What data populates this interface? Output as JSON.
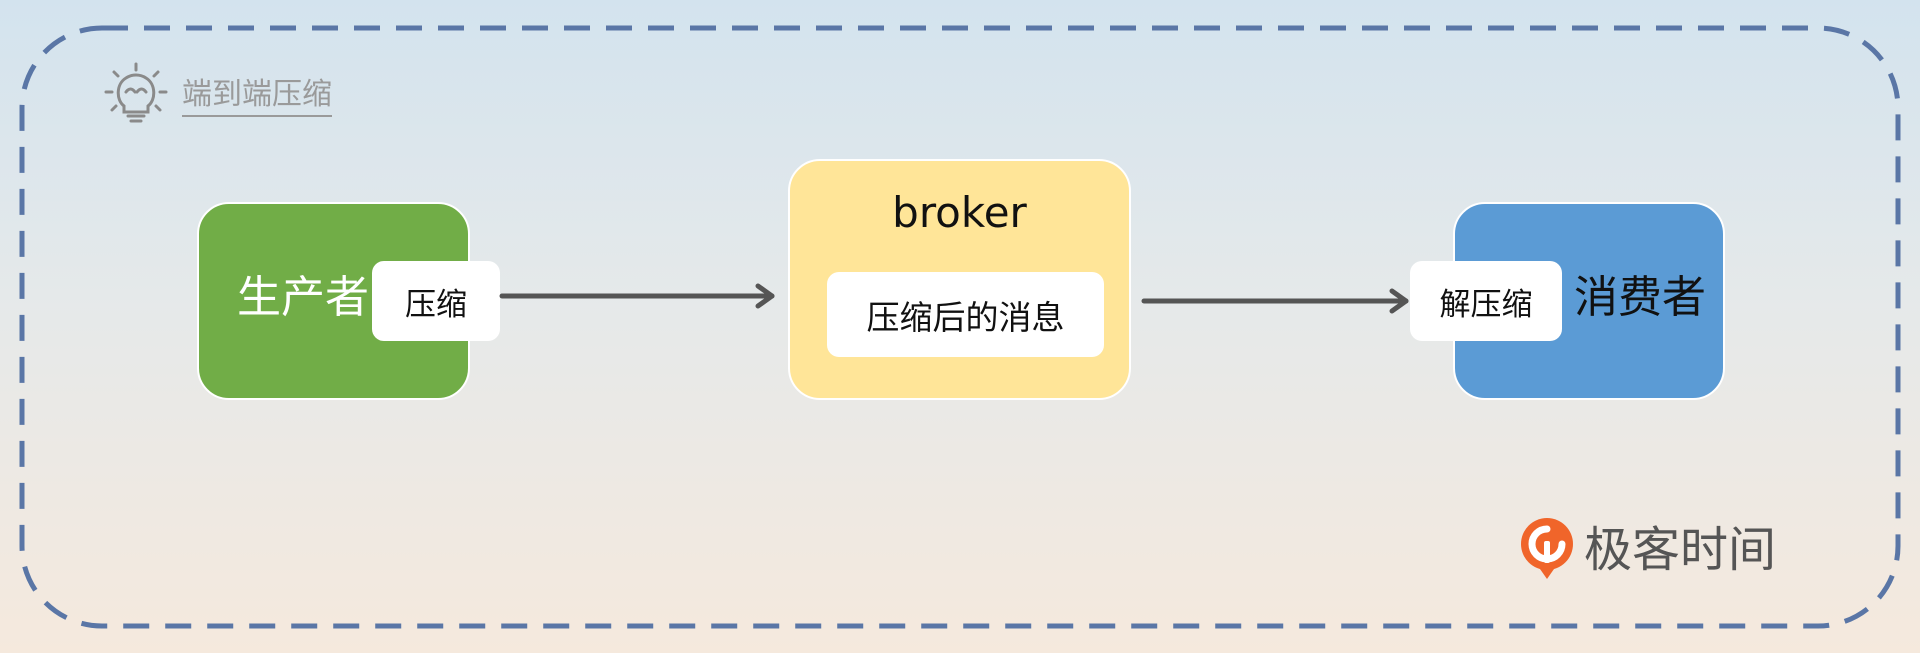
{
  "title": "端到端压缩",
  "producer": {
    "label": "生产者",
    "chip": "压缩",
    "color": "#71ad47"
  },
  "broker": {
    "label": "broker",
    "chip": "压缩后的消息",
    "color": "#ffe598"
  },
  "consumer": {
    "label": "消费者",
    "chip": "解压缩",
    "color": "#5b9bd5"
  },
  "frame_color": "#5a76a6",
  "arrow_color": "#555555",
  "logo": {
    "text": "极客时间",
    "icon": "geektime-logo-icon",
    "color": "#f0652a"
  }
}
